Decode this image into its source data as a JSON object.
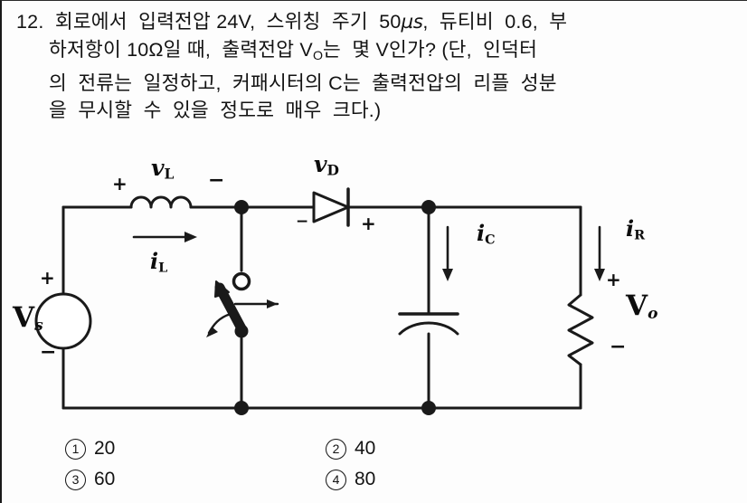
{
  "question": {
    "number": "12.",
    "lines": [
      "12. 회로에서  입력전압 24V,  스위칭  주기  50µs,  듀티비  0.6,  부",
      "하저항이 10Ω일 때,  출력전압 V₀는  몇 V인가? (단,  인덕터",
      "의  전류는  일정하고,  커패시터의 C는  출력전압의  리플  성분",
      "을  무시할  수  있을  정도로  매우  크다.)"
    ],
    "line1_parts": {
      "a": "12.  회로에서  입력전압 24V,  스위칭  주기  50",
      "mu": "µs",
      "b": ",  듀티비  0.6,  부"
    },
    "line2_parts": {
      "a": "하저항이 10Ω일 때,  출력전압 V",
      "sub": "O",
      "b": "는  몇 V인가? (단,  인덕터"
    },
    "line3": "의  전류는  일정하고,  커패시터의 C는  출력전압의  리플  성분",
    "line4": "을  무시할  수  있을  정도로  매우  크다.)"
  },
  "circuit": {
    "caption": "buck converter schematic",
    "labels": {
      "source": {
        "letter": "V",
        "sub": "s",
        "plus": "+",
        "minus": "−"
      },
      "inductor_voltage": {
        "letter": "v",
        "sub": "L",
        "plus": "+",
        "minus": "−"
      },
      "inductor_current": {
        "letter": "i",
        "sub": "L"
      },
      "diode_voltage": {
        "letter": "v",
        "sub": "D",
        "plus": "+",
        "minus": "−"
      },
      "capacitor_current": {
        "letter": "i",
        "sub": "C"
      },
      "resistor_current": {
        "letter": "i",
        "sub": "R"
      },
      "output_voltage": {
        "letter": "V",
        "sub": "o",
        "plus": "+",
        "minus": "−"
      }
    },
    "components": [
      "voltage-source",
      "inductor",
      "switch",
      "diode",
      "capacitor",
      "resistor"
    ],
    "stroke_color": "#1a1a1a"
  },
  "choices": [
    {
      "marker": "①",
      "number": "1",
      "label": "20"
    },
    {
      "marker": "②",
      "number": "2",
      "label": "40"
    },
    {
      "marker": "③",
      "number": "3",
      "label": "60"
    },
    {
      "marker": "④",
      "number": "4",
      "label": "80"
    }
  ]
}
